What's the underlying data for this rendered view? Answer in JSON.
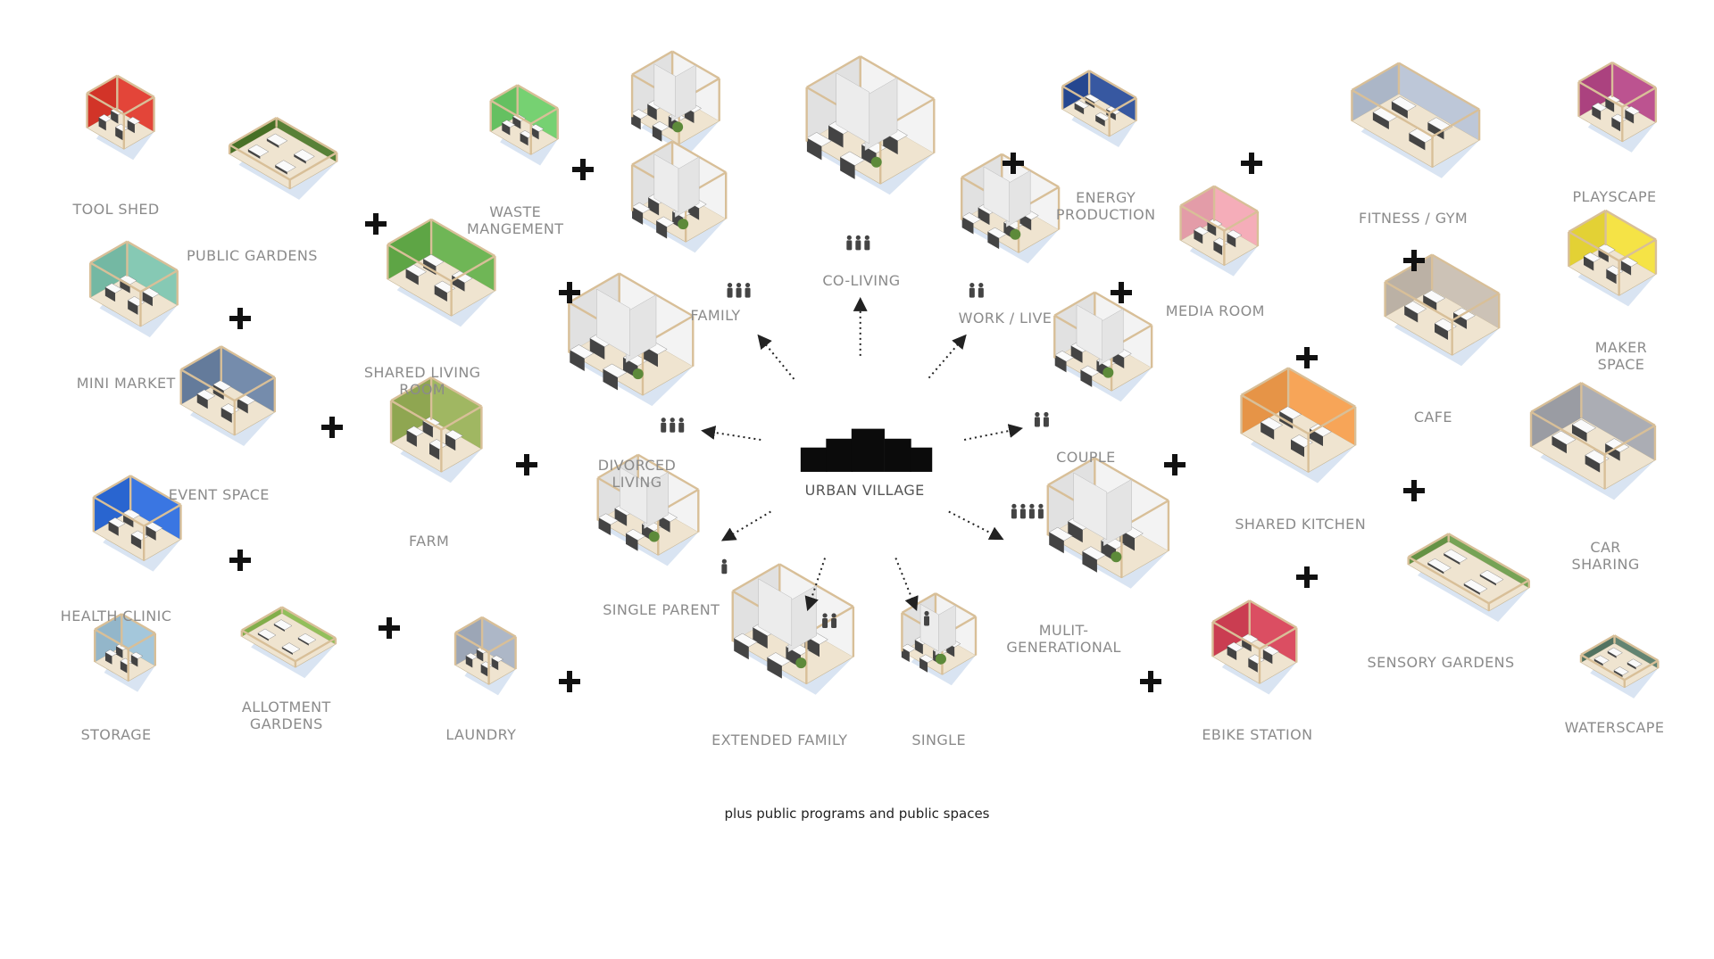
{
  "center": {
    "label": "URBAN VILLAGE"
  },
  "caption": "plus public programs and public spaces",
  "household_types": [
    {
      "id": "family",
      "label": "FAMILY"
    },
    {
      "id": "co-living",
      "label": "CO-LIVING"
    },
    {
      "id": "work-live",
      "label": "WORK / LIVE"
    },
    {
      "id": "divorced-living",
      "label": "DIVORCED\nLIVING"
    },
    {
      "id": "couple",
      "label": "COUPLE"
    },
    {
      "id": "single-parent",
      "label": "SINGLE PARENT"
    },
    {
      "id": "multi-generational",
      "label": "MULIT-\nGENERATIONAL"
    },
    {
      "id": "extended-family",
      "label": "EXTENDED FAMILY"
    },
    {
      "id": "single",
      "label": "SINGLE"
    }
  ],
  "programs": [
    {
      "id": "tool-shed",
      "label": "TOOL SHED",
      "color": "#e23b2e"
    },
    {
      "id": "public-gardens",
      "label": "PUBLIC GARDENS",
      "color": "#4f7a2c"
    },
    {
      "id": "waste-mangement",
      "label": "WASTE\nMANGEMENT",
      "color": "#6fcf6a"
    },
    {
      "id": "mini-market",
      "label": "MINI MARKET",
      "color": "#7fc6b0"
    },
    {
      "id": "shared-living-room",
      "label": "SHARED LIVING\nROOM",
      "color": "#67b24d"
    },
    {
      "id": "event-space",
      "label": "EVENT SPACE",
      "color": "#6e86a8"
    },
    {
      "id": "farm",
      "label": "FARM",
      "color": "#9bb35a"
    },
    {
      "id": "health-clinic",
      "label": "HEALTH CLINIC",
      "color": "#2f6fe0"
    },
    {
      "id": "allotment-gardens",
      "label": "ALLOTMENT\nGARDENS",
      "color": "#8cbc52"
    },
    {
      "id": "storage",
      "label": "STORAGE",
      "color": "#9fc4d9"
    },
    {
      "id": "laundry",
      "label": "LAUNDRY",
      "color": "#a9b3c4"
    },
    {
      "id": "energy-production",
      "label": "ENERGY\nPRODUCTION",
      "color": "#2c4f9c"
    },
    {
      "id": "media-room",
      "label": "MEDIA ROOM",
      "color": "#f4a9b5"
    },
    {
      "id": "fitness-gym",
      "label": "FITNESS / GYM",
      "color": "#b9c4d6"
    },
    {
      "id": "playscape",
      "label": "PLAYSCAPE",
      "color": "#b84a8a"
    },
    {
      "id": "maker-space",
      "label": "MAKER\nSPACE",
      "color": "#f4e13c"
    },
    {
      "id": "cafe",
      "label": "CAFE",
      "color": "#c9bfb2"
    },
    {
      "id": "shared-kitchen",
      "label": "SHARED KITCHEN",
      "color": "#f7a04f"
    },
    {
      "id": "car-sharing",
      "label": "CAR\nSHARING",
      "color": "#a7a9b0"
    },
    {
      "id": "sensory-gardens",
      "label": "SENSORY GARDENS",
      "color": "#6f9e4d"
    },
    {
      "id": "ebike-station",
      "label": "EBIKE STATION",
      "color": "#d9455a"
    },
    {
      "id": "waterscape",
      "label": "WATERSCAPE",
      "color": "#5b7d6a"
    }
  ],
  "colors": {
    "wood": "#d8bf98",
    "wall": "#f3f3f3",
    "floor": "#efe4d0",
    "shadow": "#c9d8ec",
    "arrow": "#222222"
  }
}
